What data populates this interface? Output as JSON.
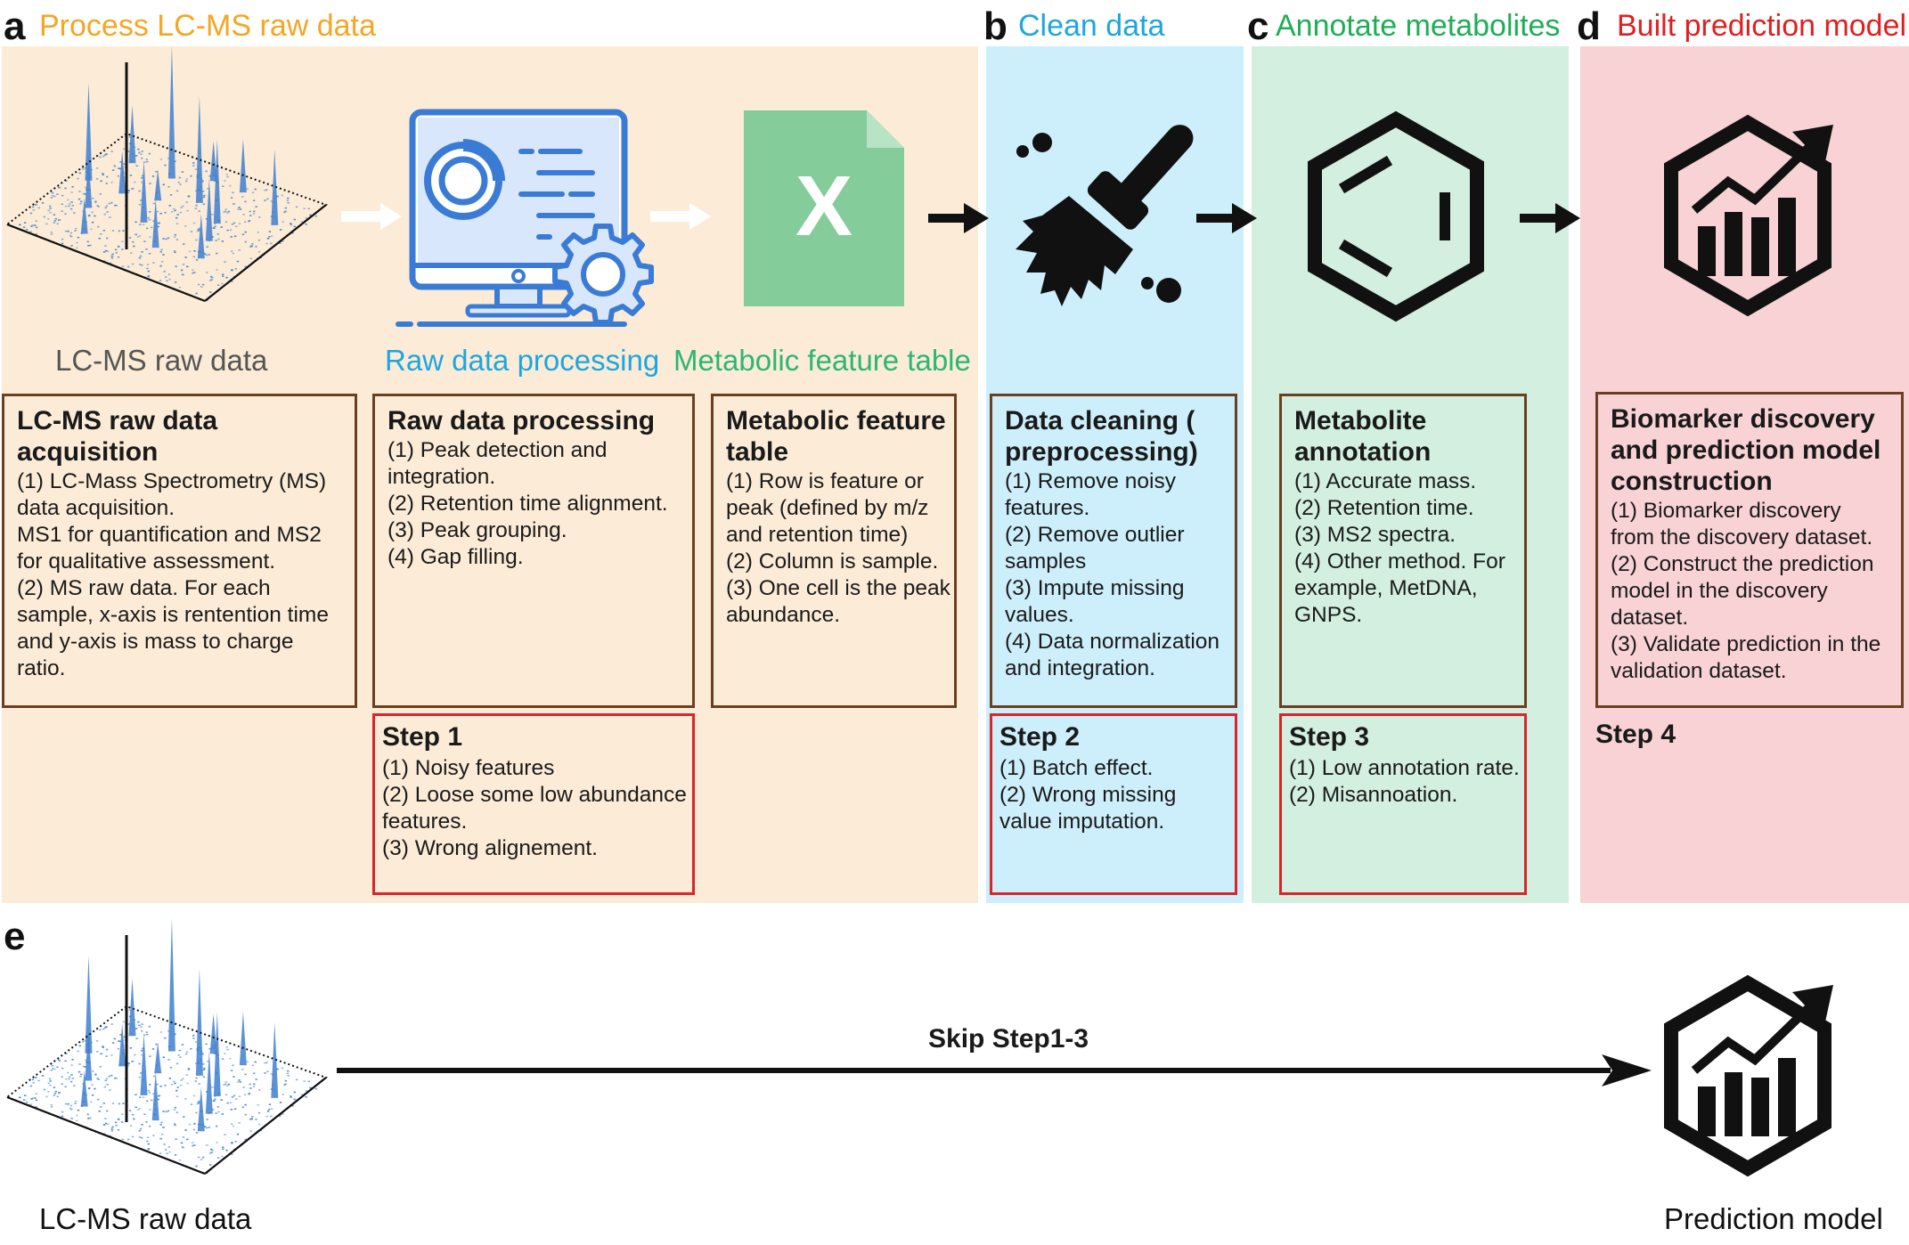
{
  "panels": {
    "a": {
      "letter": "a",
      "title": "Process LC-MS raw data",
      "color": "#f5a623",
      "bg": "#fcecd7"
    },
    "b": {
      "letter": "b",
      "title": "Clean data",
      "color": "#1ea6e0",
      "bg": "#cdeefb"
    },
    "c": {
      "letter": "c",
      "title": "Annotate metabolites",
      "color": "#1fae55",
      "bg": "#d2efdf"
    },
    "d": {
      "letter": "d",
      "title": "Built prediction model",
      "color": "#e02020",
      "bg": "#f8d2d4"
    },
    "e": {
      "letter": "e"
    }
  },
  "captions": {
    "raw_data": "LC-MS raw data",
    "processing": "Raw data processing",
    "feature_table": "Metabolic feature table",
    "bottom_raw": "LC-MS raw data",
    "bottom_model": "Prediction model"
  },
  "caption_colors": {
    "raw_data": "#555555",
    "processing": "#1ea6e0",
    "feature_table": "#2bb673"
  },
  "excel_letter": "X",
  "boxes": [
    {
      "id": "acq",
      "title": "LC-MS raw data\nacquisition",
      "lines": [
        "(1) LC-Mass Spectrometry (MS)\ndata acquisition.",
        "MS1 for quantification and MS2\nfor qualitative assessment.",
        "(2) MS raw data. For each\nsample, x-axis is rentention time\nand y-axis is mass to charge\nratio."
      ]
    },
    {
      "id": "proc",
      "title": "Raw data processing",
      "lines": [
        "(1) Peak detection and\nintegration.",
        "(2) Retention time alignment.",
        "(3) Peak grouping.",
        "(4) Gap filling."
      ]
    },
    {
      "id": "table",
      "title": "Metabolic feature\ntable",
      "lines": [
        "(1) Row is feature or\npeak (defined by m/z\nand retention time)",
        "(2) Column is sample.",
        "(3) One cell is the peak\nabundance."
      ]
    },
    {
      "id": "clean",
      "title": "Data cleaning (\npreprocessing)",
      "lines": [
        "(1) Remove noisy\nfeatures.",
        "(2) Remove outlier\nsamples",
        "(3) Impute missing\nvalues.",
        "(4) Data normalization\nand integration."
      ]
    },
    {
      "id": "annot",
      "title": "Metabolite\nannotation",
      "lines": [
        "(1) Accurate mass.",
        "(2) Retention time.",
        "(3) MS2 spectra.",
        "(4) Other method. For\nexample, MetDNA,\nGNPS."
      ]
    },
    {
      "id": "model",
      "title": "Biomarker discovery\nand prediction model\nconstruction",
      "lines": [
        "(1) Biomarker discovery\nfrom the discovery dataset.",
        "(2) Construct the prediction\nmodel in the discovery\ndataset.",
        "(3) Validate prediction in the\nvalidation dataset."
      ]
    }
  ],
  "steps": [
    {
      "id": "step1",
      "title": "Step 1",
      "lines": [
        "(1) Noisy features",
        "(2) Loose some low abundance\nfeatures.",
        "(3) Wrong alignement."
      ]
    },
    {
      "id": "step2",
      "title": "Step 2",
      "lines": [
        "(1) Batch effect.",
        "(2) Wrong missing\nvalue imputation."
      ]
    },
    {
      "id": "step3",
      "title": "Step 3",
      "lines": [
        "(1) Low annotation rate.",
        "(2) Misannoation."
      ]
    },
    {
      "id": "step4",
      "title": "Step 4"
    }
  ],
  "skip_label": "Skip Step1-3",
  "icons": {
    "raw_plot": "lc-ms-3d-spectrum-icon",
    "monitor": "computer-processing-icon",
    "excel": "spreadsheet-icon",
    "broom": "broom-icon",
    "benzene": "benzene-ring-icon",
    "model": "growth-chart-hexagon-icon"
  },
  "colors": {
    "box_border": "#6b3f1f",
    "step_border": "#d8262a",
    "spectrum_blue": "#3f7fcf",
    "excel_green": "#85cc9b"
  }
}
